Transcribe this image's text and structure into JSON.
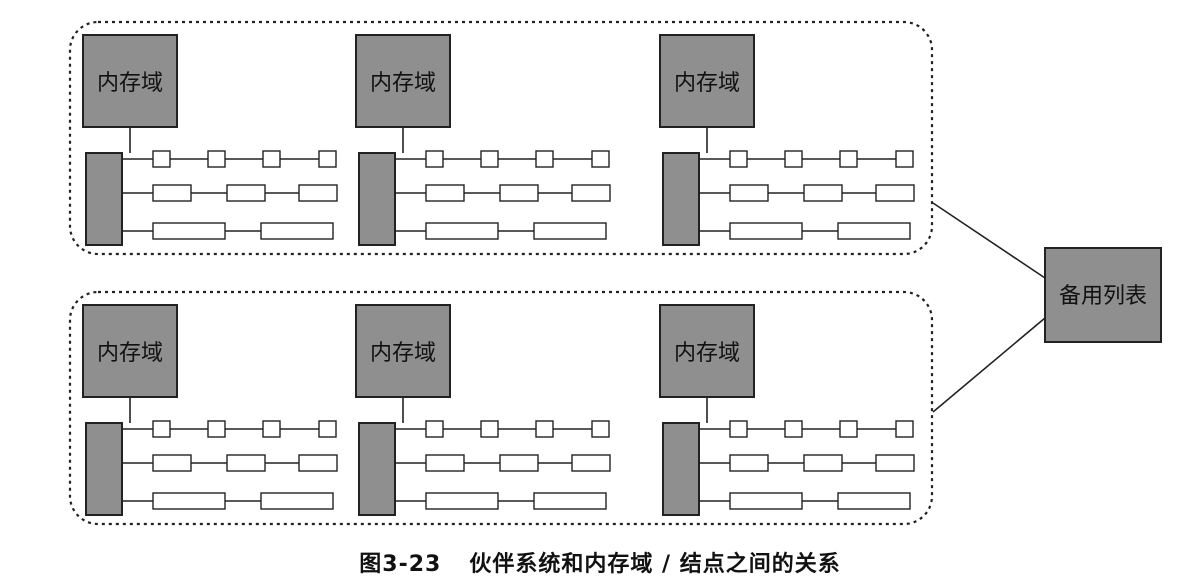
{
  "diagram": {
    "zone_label": "内存域",
    "freelist_label": "备用列表"
  },
  "caption": {
    "number": "图3-23",
    "text": "伙伴系统和内存域 / 结点之间的关系"
  },
  "colors": {
    "box_fill": "#8f8f8f",
    "box_stroke": "#222222",
    "line": "#222222",
    "background": "#ffffff"
  }
}
